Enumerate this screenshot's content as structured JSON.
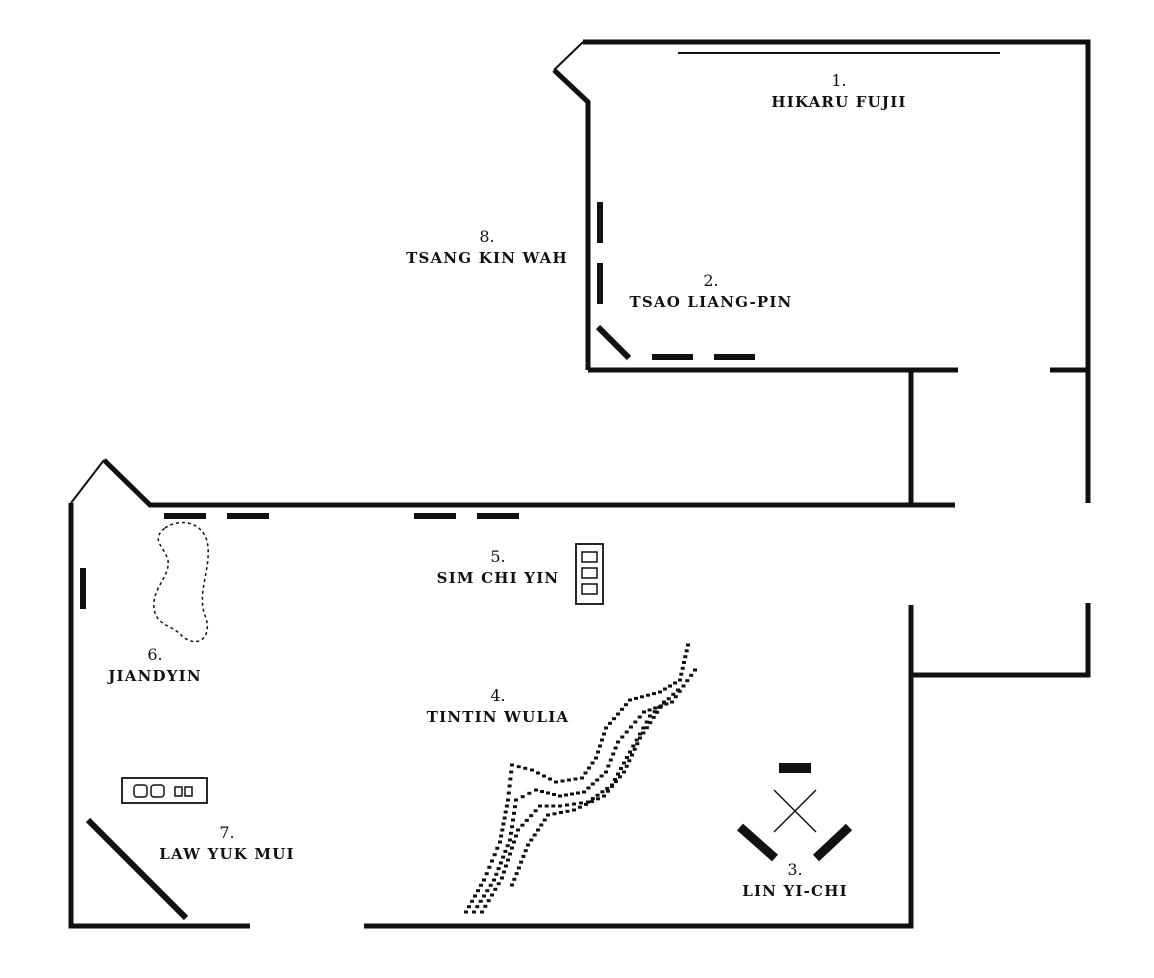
{
  "colors": {
    "ink": "#111111",
    "background": "#ffffff"
  },
  "artists": [
    {
      "number": "1.",
      "name": "HIKARU FUJII"
    },
    {
      "number": "2.",
      "name": "TSAO LIANG-PIN"
    },
    {
      "number": "3.",
      "name": "LIN YI-CHI"
    },
    {
      "number": "4.",
      "name": "TINTIN WULIA"
    },
    {
      "number": "5.",
      "name": "SIM CHI YIN"
    },
    {
      "number": "6.",
      "name": "JIANDYIN"
    },
    {
      "number": "7.",
      "name": "LAW YUK MUI"
    },
    {
      "number": "8.",
      "name": "TSANG KIN WAH"
    }
  ]
}
